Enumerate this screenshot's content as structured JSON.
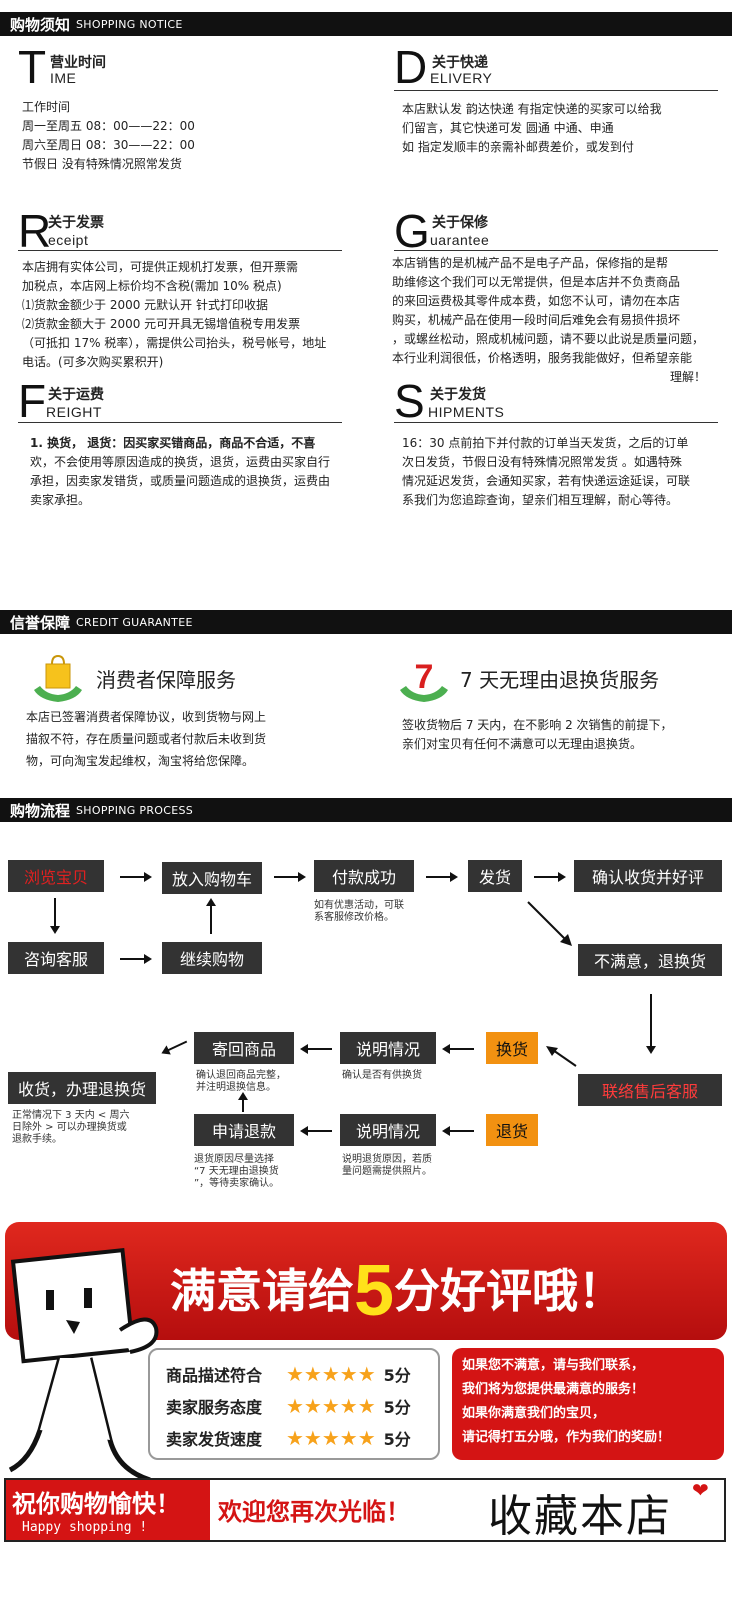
{
  "sections": {
    "notice": {
      "cn": "购物须知",
      "en": "SHOPPING NOTICE"
    },
    "credit": {
      "cn": "信誉保障",
      "en": "CREDIT GUARANTEE"
    },
    "process": {
      "cn": "购物流程",
      "en": "SHOPPING PROCESS"
    }
  },
  "time": {
    "letter": "T",
    "cn": "营业时间",
    "en": "IME",
    "lines": [
      "工作时间",
      "周一至周五   08：00——22：00",
      "周六至周日   08：30——22：00",
      "节假日 没有特殊情况照常发货"
    ]
  },
  "delivery": {
    "letter": "D",
    "cn": "关于快递",
    "en": "ELIVERY",
    "lines": [
      "本店默认发 韵达快递 有指定快递的买家可以给我",
      "们留言，其它快递可发 圆通 中通、申通",
      "如 指定发顺丰的亲需补邮费差价，或发到付"
    ]
  },
  "receipt": {
    "letter": "R",
    "cn": "关于发票",
    "en": "eceipt",
    "lines": [
      "本店拥有实体公司，可提供正规机打发票，但开票需",
      "加税点，本店网上标价均不含税(需加 10% 税点)",
      "⑴货款金额少于 2000 元默认开 针式打印收据",
      "⑵货款金额大于 2000 元可开具无锡增值税专用发票",
      "（可抵扣 17% 税率），需提供公司抬头，税号帐号，地址",
      "电话。(可多次购买累积开)"
    ]
  },
  "guarantee": {
    "letter": "G",
    "cn": "关于保修",
    "en": "uarantee",
    "lines": [
      "本店销售的是机械产品不是电子产品，保修指的是帮",
      "助维修这个我们可以无常提供，但是本店并不负责商品",
      "的来回运费极其零件成本费，如您不认可，请勿在本店",
      "购买，机械产品在使用一段时间后难免会有易损件损坏",
      "，或螺丝松动，照成机械问题，请不要以此说是质量问题，",
      "本行业利润很低，价格透明，服务我能做好，但希望亲能",
      "理解！"
    ]
  },
  "freight": {
    "letter": "F",
    "cn": "关于运费",
    "en": "REIGHT",
    "lines": [
      "1. 换货， 退货：因买家买错商品，商品不合适，不喜",
      "欢，不会使用等原因造成的换货，退货，运费由买家自行",
      "承担，因卖家发错货，或质量问题造成的退换货，运费由",
      "卖家承担。"
    ]
  },
  "shipments": {
    "letter": "S",
    "cn": "关于发货",
    "en": "HIPMENTS",
    "lines": [
      "16：30 点前拍下并付款的订单当天发货，之后的订单",
      "次日发货，节假日没有特殊情况照常发货 。如遇特殊",
      "情况延迟发货，会通知买家，若有快递运途延误，可联",
      "系我们为您追踪查询，望亲们相互理解，耐心等待。"
    ]
  },
  "credit_items": [
    {
      "title": "消费者保障服务",
      "lines": [
        "本店已签署消费者保障协议，收到货物与网上",
        "描叙不符，存在质量问题或者付款后未收到货",
        "物，可向淘宝发起维权，淘宝将给您保障。"
      ]
    },
    {
      "title": "7 天无理由退换货服务",
      "lines": [
        "签收货物后 7 天内，在不影响 2 次销售的前提下，",
        "亲们对宝贝有任何不满意可以无理由退换货。"
      ]
    }
  ],
  "process": {
    "browse": "浏览宝贝",
    "cart": "放入购物车",
    "pay": "付款成功",
    "ship": "发货",
    "confirm": "确认收货并好评",
    "consult": "咨询客服",
    "continue": "继续购物",
    "unsatisfied": "不满意，退换货",
    "pay_note": [
      "如有优惠活动，可联",
      "系客服修改价格。"
    ],
    "return_goods": "寄回商品",
    "explain1": "说明情况",
    "exchange": "换货",
    "return_note": [
      "确认退回商品完整，",
      "并注明退换信息。"
    ],
    "explain1_note": "确认是否有供换货",
    "after_sale": "联络售后客服",
    "refund_receive": "收货，办理退换货",
    "refund_receive_note": [
      "正常情况下 3 天内 < 周六",
      "日除外 > 可以办理换货或",
      "退款手续。"
    ],
    "apply": "申请退款",
    "explain2": "说明情况",
    "refund": "退货",
    "apply_note": [
      "退货原因尽量选择",
      "“7 天无理由退换货",
      "”，等待卖家确认。"
    ],
    "explain2_note": [
      "说明退货原因，若质",
      "量问题需提供照片。"
    ]
  },
  "banner": {
    "pre": "满意请给",
    "num": "5",
    "post": "分好评哦",
    "bang": "！"
  },
  "ratings": [
    {
      "label": "商品描述符合",
      "score": "5分"
    },
    {
      "label": "卖家服务态度",
      "score": "5分"
    },
    {
      "label": "卖家发货速度",
      "score": "5分"
    }
  ],
  "contact_lines": [
    "如果您不满意，请与我们联系，",
    "我们将为您提供最满意的服务！",
    "如果你满意我们的宝贝，",
    "请记得打五分哦，作为我们的奖励！"
  ],
  "footer": {
    "wish": "祝你购物愉快！",
    "wish_en": "Happy shopping !",
    "welcome": "欢迎您再次光临！",
    "fav": "收藏本店"
  }
}
